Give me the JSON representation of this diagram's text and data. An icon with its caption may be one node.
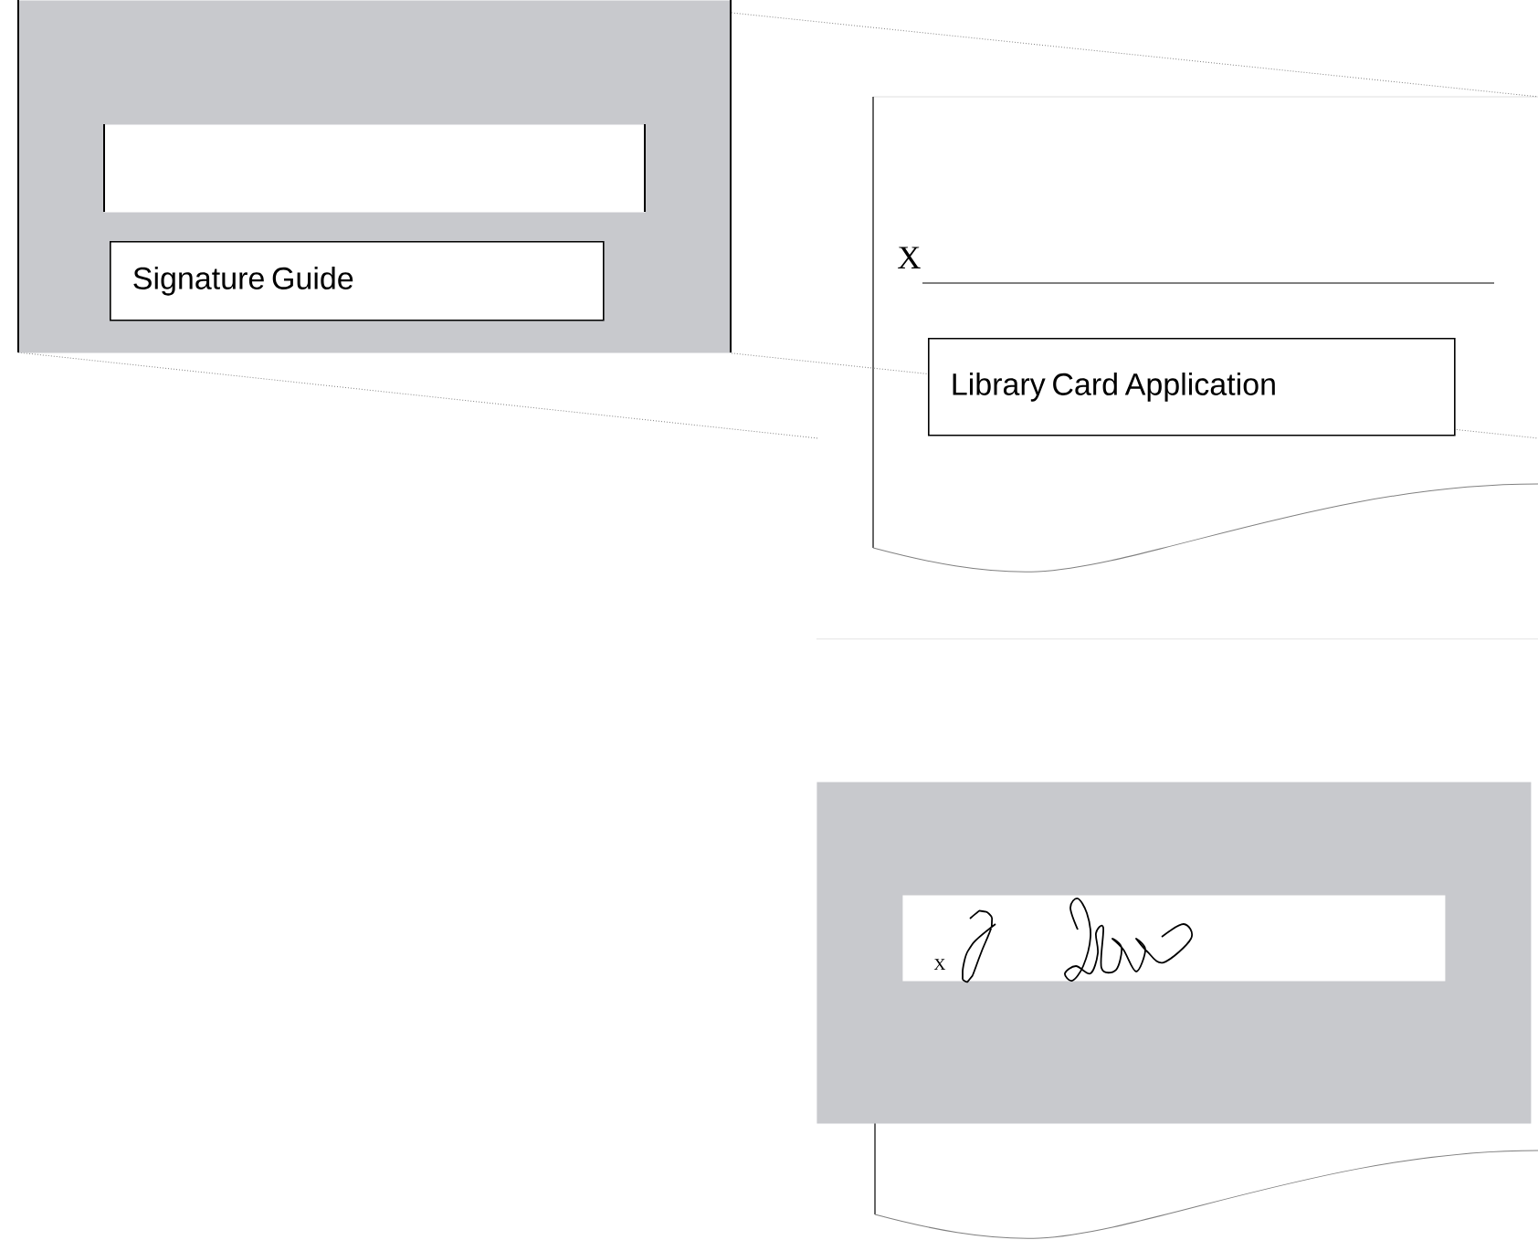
{
  "diagram": {
    "nodes": [
      {
        "text": [],
        "shape": "box"
      },
      {
        "text": [],
        "shape": "box",
        "in": 0
      },
      {
        "text": [
          "Signature Guide"
        ],
        "in": 0
      },
      {
        "text": [],
        "shape": "page"
      },
      {
        "text": [
          "Library Card Application"
        ],
        "in": 3
      },
      {
        "text": [],
        "shape": "page"
      },
      {
        "text": [],
        "shape": "box"
      },
      {
        "text": [],
        "shape": "picture",
        "in": 6
      }
    ],
    "edges": [
      {
        "from": 0,
        "to": 3,
        "arrow": "none",
        "style": "dashed"
      },
      {
        "from": 0,
        "to": 3,
        "arrow": "none",
        "style": "dashed"
      }
    ],
    "labels": [
      "X",
      "X"
    ]
  }
}
